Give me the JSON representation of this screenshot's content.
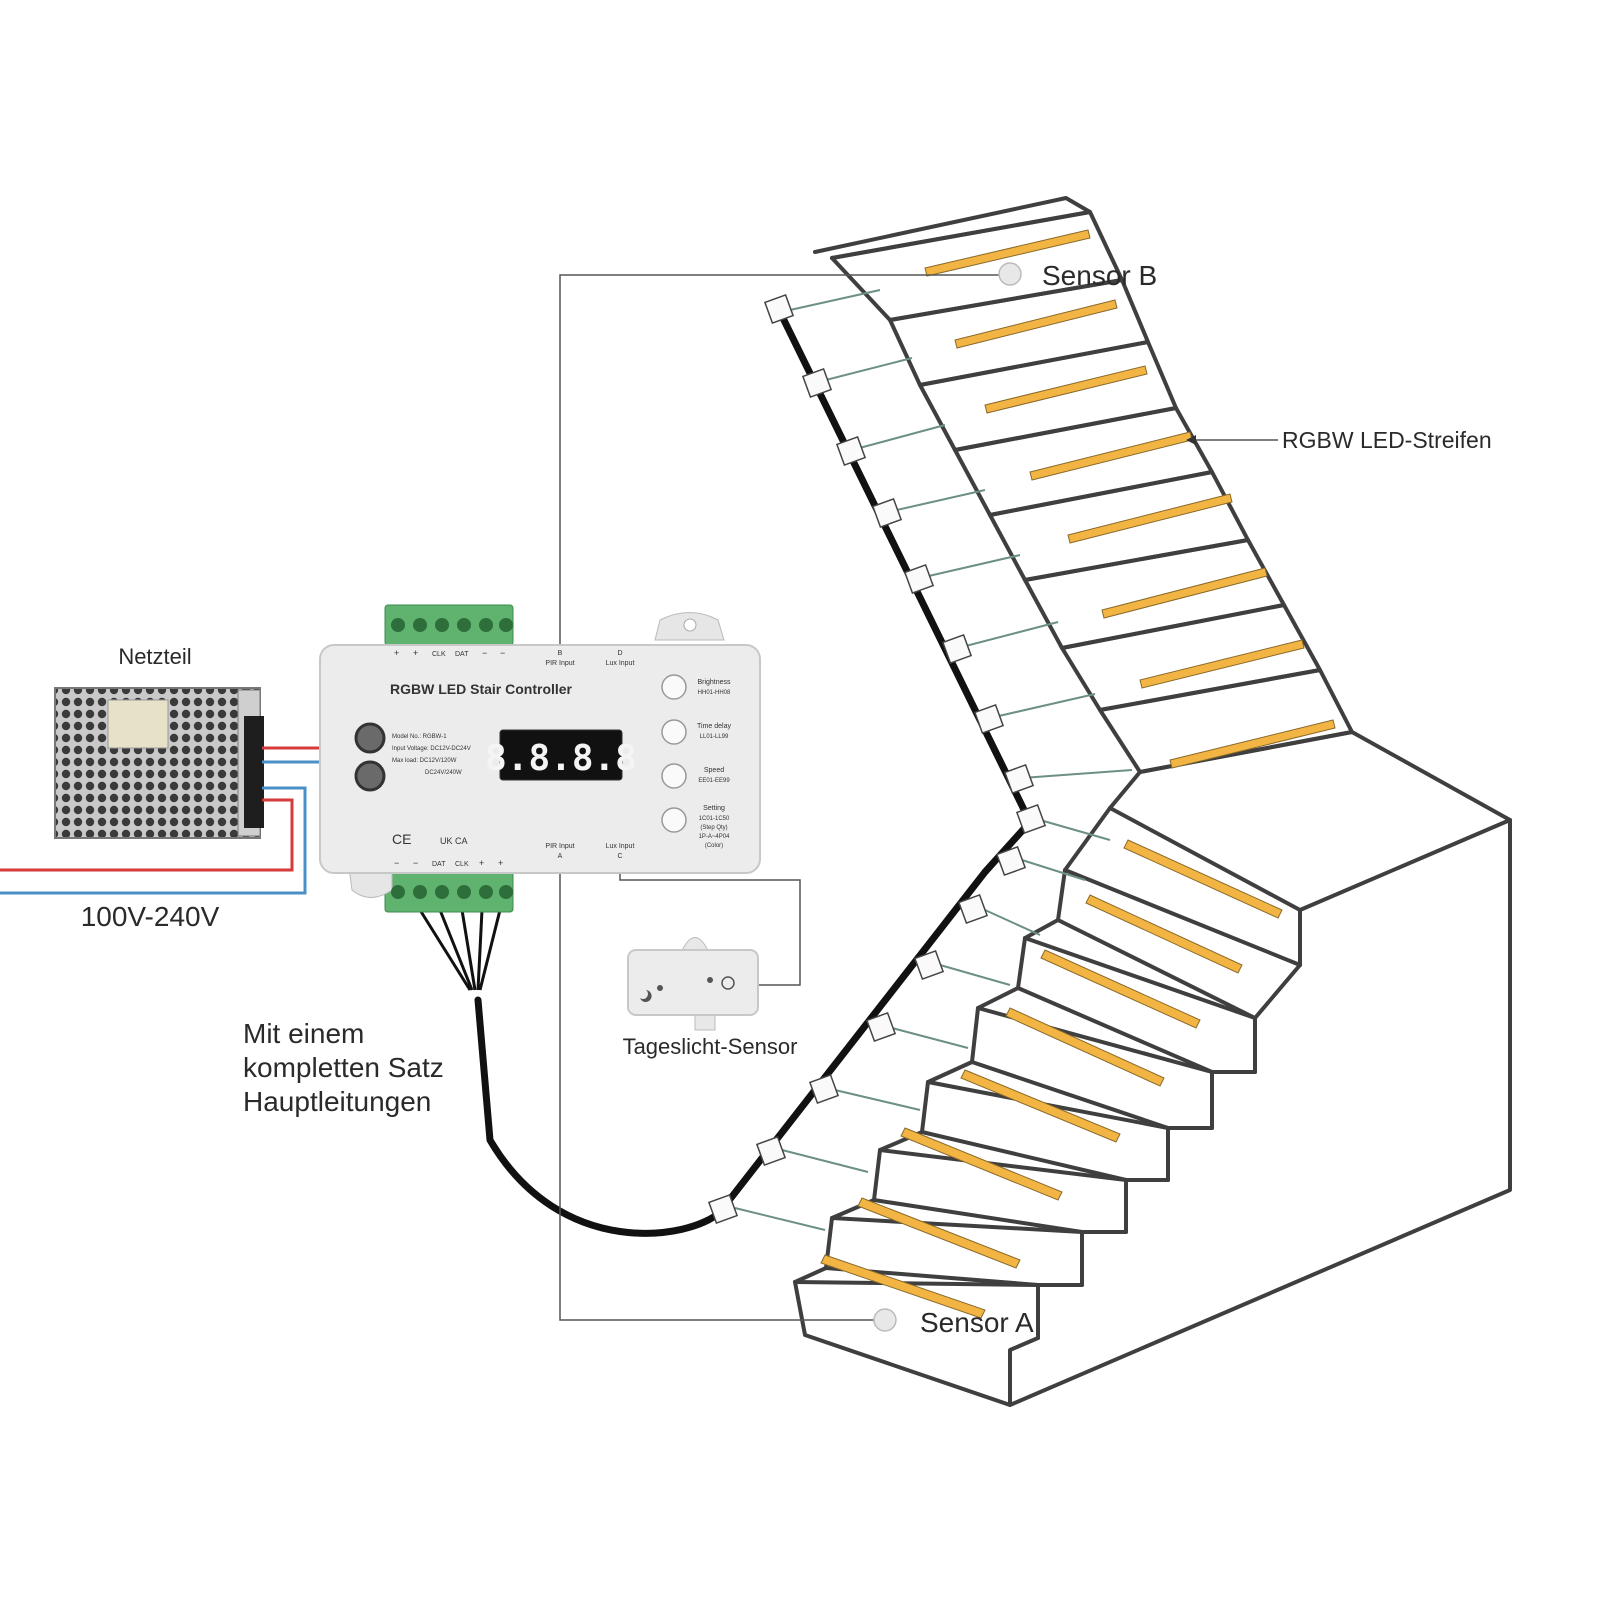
{
  "labels": {
    "psu": "Netzteil",
    "voltage": "100V-240V",
    "cable_note": [
      "Mit einem",
      "kompletten Satz",
      "Hauptleitungen"
    ],
    "lux_sensor": "Tageslicht-Sensor",
    "sensor_b": "Sensor B",
    "sensor_a": "Sensor A",
    "led_strip": "RGBW LED-Streifen"
  },
  "controller": {
    "title": "RGBW LED Stair Controller",
    "display": "8.8.8.8",
    "model_lines": [
      "Model No.: RGBW-1",
      "Input Voltage: DC12V-DC24V",
      "Max load: DC12V/120W",
      "DC24V/240W"
    ],
    "top_terminals": [
      "+",
      "+",
      "CLK",
      "DAT",
      "−",
      "−"
    ],
    "bottom_terminals": [
      "−",
      "−",
      "DAT",
      "CLK",
      "+",
      "+"
    ],
    "top_port_b": [
      "B",
      "PIR Input"
    ],
    "top_port_d": [
      "D",
      "Lux Input"
    ],
    "bottom_port_a": [
      "PIR Input",
      "A"
    ],
    "bottom_port_c": [
      "Lux Input",
      "C"
    ],
    "buttons": [
      {
        "name": "Brightness",
        "range": "HH01-HH08"
      },
      {
        "name": "Time delay",
        "range": "LL01-LL99"
      },
      {
        "name": "Speed",
        "range": "EE01-EE99"
      },
      {
        "name": "Setting",
        "range": "1C01-1C50"
      }
    ],
    "setting_extra": [
      "(Step Qty)",
      "1P-A~4P04",
      "(Color)"
    ],
    "certs": [
      "CE",
      "UK CA"
    ]
  },
  "colors": {
    "strip": "#f2b544",
    "terminal": "#5fb36f",
    "line_live": "#d63a3a",
    "line_neutral": "#4a90c8"
  }
}
